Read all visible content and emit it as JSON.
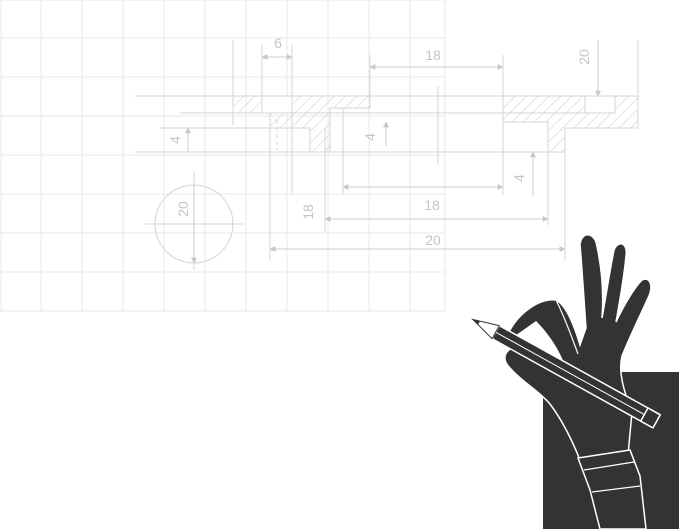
{
  "drawing": {
    "colors": {
      "grid": "#e6e6e6",
      "line": "#d6d6d6",
      "text": "#c4c4c4",
      "hand_fill": "#333333",
      "hand_outline": "#ffffff"
    },
    "dimensions": {
      "d_6_top": "6",
      "d_18_top": "18",
      "d_20_right": "20",
      "d_4_left": "4",
      "d_4_mid": "4",
      "d_4_right": "4",
      "d_20_circle": "20",
      "d_18_vertical": "18",
      "d_18_lower": "18",
      "d_20_bottom": "20"
    }
  }
}
